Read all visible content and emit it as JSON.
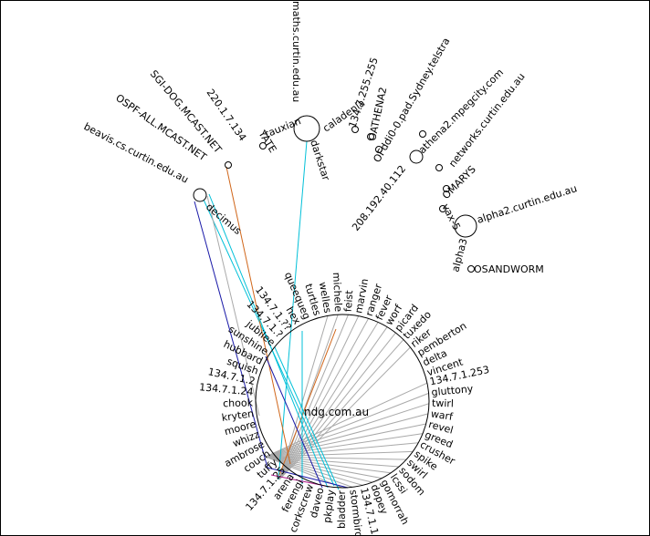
{
  "colors": {
    "background": "#ffffff",
    "ink": "#000000",
    "edge_default": "#a9a9a9",
    "edge_cyan": "#00c0d8",
    "edge_blue": "#1a1aa8",
    "edge_orange": "#d0661a",
    "edge_magenta": "#b01a8a"
  },
  "graph": {
    "center_label": "ndg.com.au",
    "ring_hosts": [
      "134.7.1.253",
      "gluttony",
      "twirl",
      "warf",
      "revel",
      "greed",
      "crusher",
      "spike",
      "swirl",
      "sodom",
      "lcssi",
      "gomorrah",
      "dopey",
      "134.7.1.1",
      "stormbird",
      "bladder",
      "pkplay",
      "daveo",
      "corkscrew",
      "ferengi",
      "arena",
      "134.7.1.25",
      "tuffy",
      "couch",
      "ambrose",
      "whizz",
      "moore",
      "kryten",
      "chook",
      "134.7.1.24",
      "134.7.1.2",
      "squish",
      "hubbard",
      "sunshine",
      "jubilee",
      "134.7.1.?",
      "134.7.1.??",
      "hex",
      "queequeg",
      "turtles",
      "welles",
      "michele",
      "feist",
      "marvin",
      "ranger",
      "fever",
      "worf",
      "picard",
      "tuxedo",
      "riker",
      "pemberton",
      "delta",
      "vincent"
    ],
    "outer_hosts": [
      "maths.curtin.edu.au",
      "caladenia",
      "darkstar",
      "tauxian",
      "YATE",
      "134.7.255.255",
      "OATHENA2",
      "OFddi0-0.pad.Sydney.telstra",
      "athena2.mpegcity.com",
      "networks.curtin.edu.au",
      "208.192.40.112",
      "OMARYS",
      "vax-5",
      "alpha2.curtin.edu.au",
      "alpha3",
      "OSANDWORM",
      "220.1.7.134",
      "SGI-DOG.MCAST.NET",
      "OSPF-ALL.MCAST.NET",
      "beavis.cs.curtin.edu.au",
      "decimus"
    ]
  }
}
